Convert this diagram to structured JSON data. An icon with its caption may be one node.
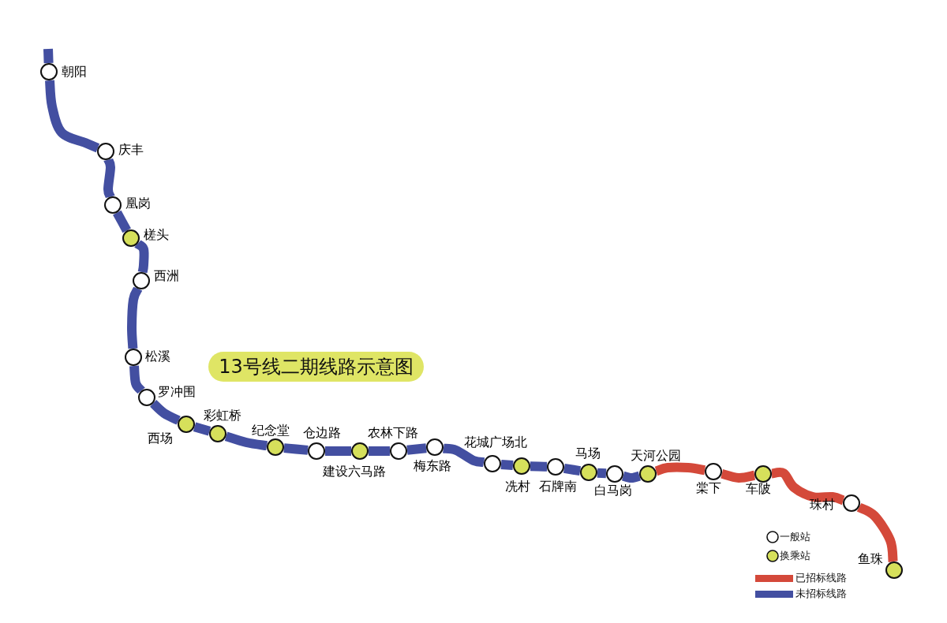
{
  "diagram": {
    "title": "13号线二期线路示意图",
    "nodes": [
      {
        "text": [],
        "shape": "circle",
        "beside": [
          "朝阳"
        ]
      },
      {
        "text": [],
        "shape": "circle",
        "beside": [
          "庆丰"
        ]
      },
      {
        "text": [],
        "shape": "circle",
        "beside": [
          "凰岗"
        ]
      },
      {
        "text": [],
        "shape": "circle",
        "beside": [
          "槎头"
        ]
      },
      {
        "text": [],
        "shape": "circle",
        "beside": [
          "西洲"
        ]
      },
      {
        "text": [],
        "shape": "circle",
        "beside": [
          "松溪"
        ]
      },
      {
        "text": [],
        "shape": "circle",
        "beside": [
          "罗冲围"
        ]
      },
      {
        "text": [],
        "shape": "circle",
        "beside": [
          "西场"
        ]
      },
      {
        "text": [],
        "shape": "circle",
        "beside": [
          "彩虹桥"
        ]
      },
      {
        "text": [],
        "shape": "circle",
        "beside": [
          "纪念堂"
        ]
      },
      {
        "text": [],
        "shape": "circle",
        "beside": [
          "仓边路"
        ]
      },
      {
        "text": [],
        "shape": "circle",
        "beside": [
          "建设六马路"
        ]
      },
      {
        "text": [],
        "shape": "circle",
        "beside": [
          "农林下路"
        ]
      },
      {
        "text": [],
        "shape": "circle",
        "beside": [
          "梅东路"
        ]
      },
      {
        "text": [],
        "shape": "circle",
        "beside": [
          "花城广场北"
        ]
      },
      {
        "text": [],
        "shape": "circle",
        "beside": [
          "冼村"
        ]
      },
      {
        "text": [],
        "shape": "circle",
        "beside": [
          "石牌南"
        ]
      },
      {
        "text": [],
        "shape": "circle",
        "beside": [
          "马场"
        ]
      },
      {
        "text": [],
        "shape": "circle",
        "beside": [
          "白马岗"
        ]
      },
      {
        "text": [],
        "shape": "circle",
        "beside": [
          "天河公园"
        ]
      },
      {
        "text": [],
        "shape": "circle",
        "beside": [
          "棠下"
        ]
      },
      {
        "text": [],
        "shape": "circle",
        "beside": [
          "车陂"
        ]
      },
      {
        "text": [],
        "shape": "circle",
        "beside": [
          "珠村"
        ]
      },
      {
        "text": [],
        "shape": "circle",
        "beside": [
          "鱼珠"
        ]
      }
    ],
    "edges": [
      {
        "from": null,
        "to": 0,
        "arrow": "none"
      },
      {
        "from": 0,
        "to": 1,
        "arrow": "none"
      },
      {
        "from": 1,
        "to": 2,
        "arrow": "none"
      },
      {
        "from": 2,
        "to": 3,
        "arrow": "none"
      },
      {
        "from": 3,
        "to": 4,
        "arrow": "none"
      },
      {
        "from": 4,
        "to": 5,
        "arrow": "none"
      },
      {
        "from": 5,
        "to": 6,
        "arrow": "none"
      },
      {
        "from": 6,
        "to": 7,
        "arrow": "none"
      },
      {
        "from": 7,
        "to": 8,
        "arrow": "none"
      },
      {
        "from": 8,
        "to": 9,
        "arrow": "none"
      },
      {
        "from": 9,
        "to": 10,
        "arrow": "none"
      },
      {
        "from": 10,
        "to": 11,
        "arrow": "none"
      },
      {
        "from": 11,
        "to": 12,
        "arrow": "none"
      },
      {
        "from": 12,
        "to": 13,
        "arrow": "none"
      },
      {
        "from": 13,
        "to": 14,
        "arrow": "none"
      },
      {
        "from": 14,
        "to": 15,
        "arrow": "none"
      },
      {
        "from": 15,
        "to": 16,
        "arrow": "none"
      },
      {
        "from": 16,
        "to": 17,
        "arrow": "none"
      },
      {
        "from": 17,
        "to": 18,
        "arrow": "none"
      },
      {
        "from": 18,
        "to": 19,
        "arrow": "none"
      },
      {
        "from": 19,
        "to": 20,
        "arrow": "none",
        "color": "#d4493a"
      },
      {
        "from": 20,
        "to": 21,
        "arrow": "none",
        "color": "#d4493a"
      },
      {
        "from": 21,
        "to": 22,
        "arrow": "none",
        "color": "#d4493a"
      },
      {
        "from": 22,
        "to": 23,
        "arrow": "none",
        "color": "#d4493a"
      }
    ],
    "legend": [
      {
        "text": "一般站"
      },
      {
        "text": "换乘站",
        "color": "#d6e05b"
      },
      {
        "text": "已招标线路",
        "color": "#d4493a"
      },
      {
        "text": "未招标线路",
        "color": "#434fa1"
      }
    ]
  }
}
